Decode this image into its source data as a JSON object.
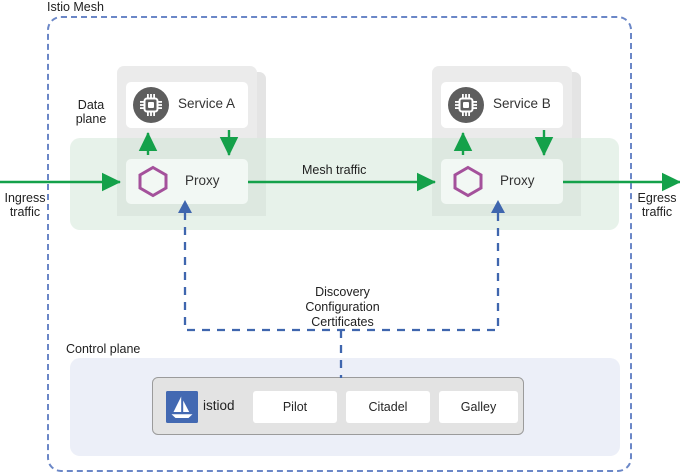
{
  "diagram": {
    "title": "Istio Mesh",
    "boundary_color": "#6b87c7"
  },
  "zones": {
    "data_plane_label": "Data\nplane",
    "data_plane_color": "#e7f2ea",
    "control_plane_label": "Control plane",
    "control_plane_color": "#eceff8"
  },
  "traffic": {
    "ingress_label": "Ingress\ntraffic",
    "mesh_label": "Mesh traffic",
    "egress_label": "Egress\ntraffic",
    "arrow_color": "#14a14a"
  },
  "control_flow": {
    "label": "Discovery\nConfiguration\nCertificates",
    "line_color": "#3f66ae"
  },
  "pods": [
    {
      "service_name": "Service A",
      "service_icon": "cpu-chip-icon",
      "proxy_name": "Proxy",
      "proxy_icon": "hexagon-envoy-icon"
    },
    {
      "service_name": "Service B",
      "service_icon": "cpu-chip-icon",
      "proxy_name": "Proxy",
      "proxy_icon": "hexagon-envoy-icon"
    }
  ],
  "control_plane": {
    "istiod_label": "istiod",
    "istiod_icon": "istio-sailboat-logo",
    "istiod_logo_color": "#4369b2",
    "components": [
      {
        "label": "Pilot"
      },
      {
        "label": "Citadel"
      },
      {
        "label": "Galley"
      }
    ]
  },
  "colors": {
    "service_icon_bg": "#5e5e5e",
    "proxy_hexagon": "#a4519b",
    "pod_bg": "#ebebeb"
  }
}
